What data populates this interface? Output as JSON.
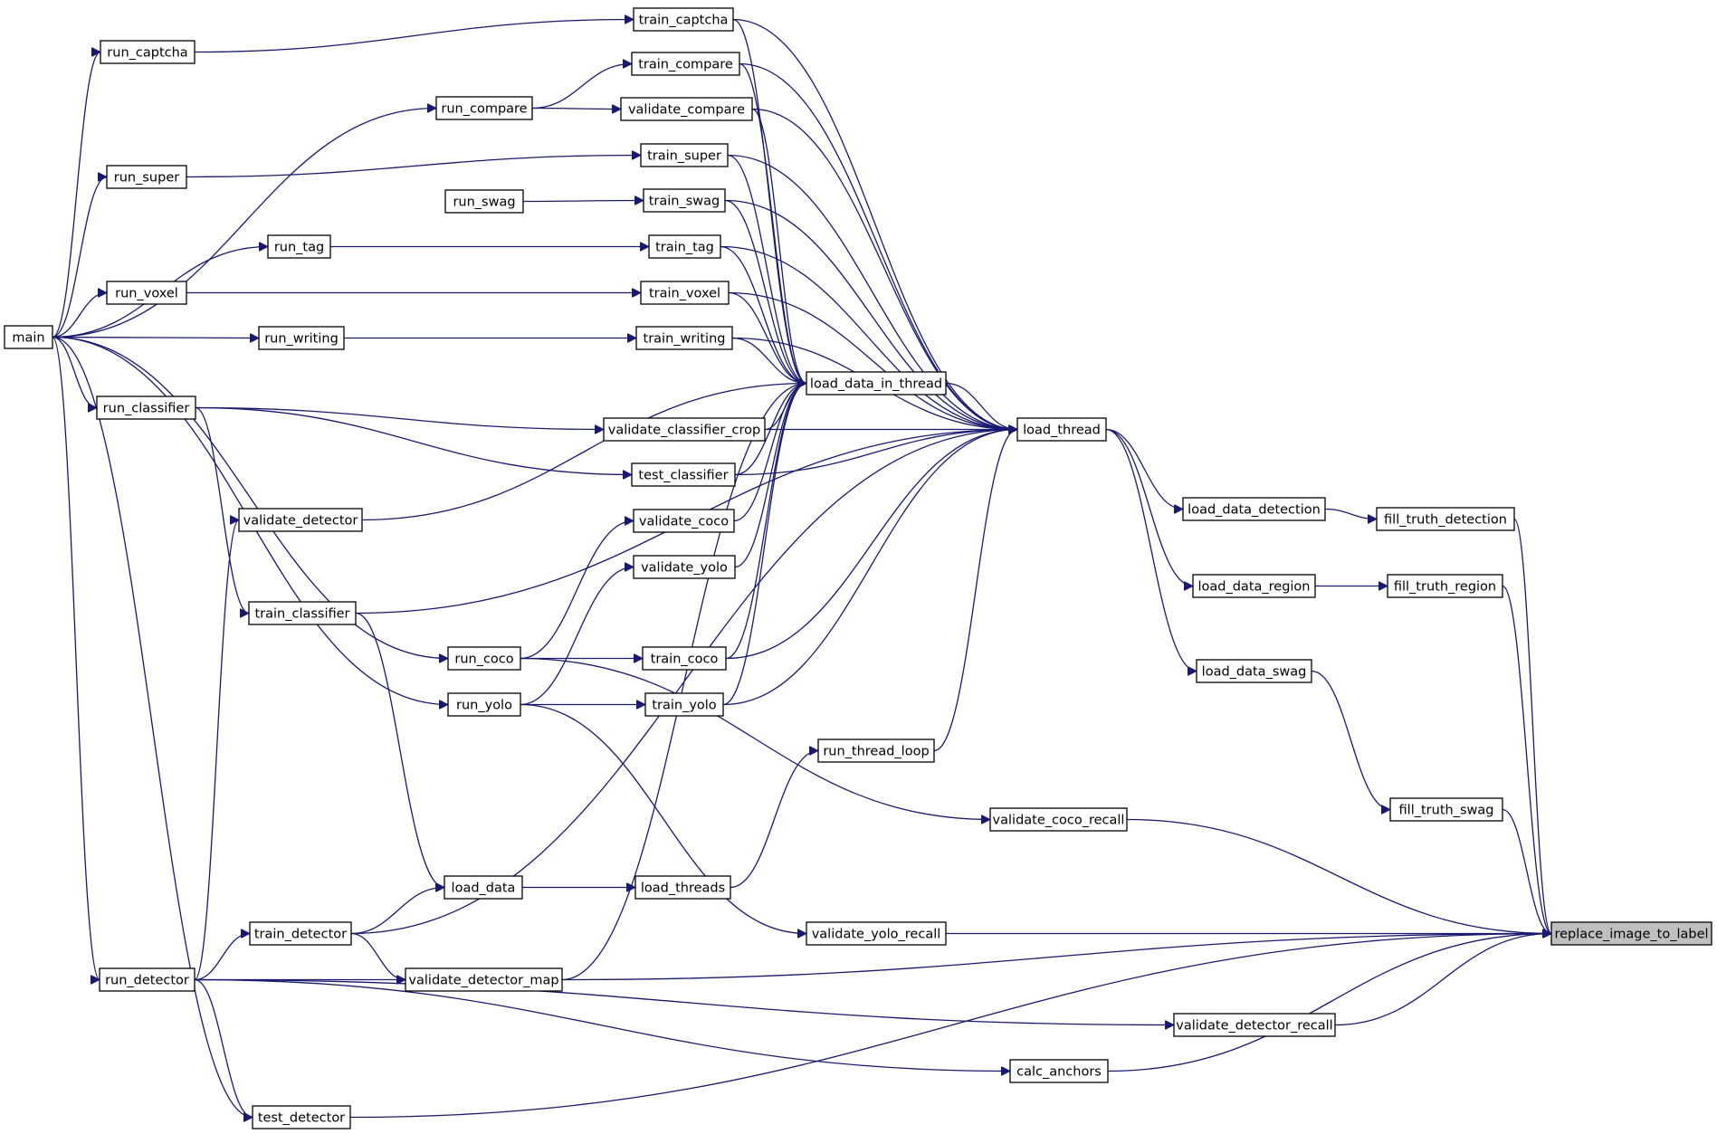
{
  "nodes": [
    {
      "id": "main",
      "label": "main"
    },
    {
      "id": "run_captcha",
      "label": "run_captcha"
    },
    {
      "id": "run_compare",
      "label": "run_compare"
    },
    {
      "id": "run_super",
      "label": "run_super"
    },
    {
      "id": "run_swag",
      "label": "run_swag"
    },
    {
      "id": "run_tag",
      "label": "run_tag"
    },
    {
      "id": "run_voxel",
      "label": "run_voxel"
    },
    {
      "id": "run_writing",
      "label": "run_writing"
    },
    {
      "id": "run_classifier",
      "label": "run_classifier"
    },
    {
      "id": "validate_detector",
      "label": "validate_detector"
    },
    {
      "id": "train_classifier",
      "label": "train_classifier"
    },
    {
      "id": "run_coco",
      "label": "run_coco"
    },
    {
      "id": "run_yolo",
      "label": "run_yolo"
    },
    {
      "id": "load_data",
      "label": "load_data"
    },
    {
      "id": "train_detector",
      "label": "train_detector"
    },
    {
      "id": "run_detector",
      "label": "run_detector"
    },
    {
      "id": "validate_detector_map",
      "label": "validate_detector_map"
    },
    {
      "id": "test_detector",
      "label": "test_detector"
    },
    {
      "id": "train_captcha",
      "label": "train_captcha"
    },
    {
      "id": "train_compare",
      "label": "train_compare"
    },
    {
      "id": "validate_compare",
      "label": "validate_compare"
    },
    {
      "id": "train_super",
      "label": "train_super"
    },
    {
      "id": "train_swag",
      "label": "train_swag"
    },
    {
      "id": "train_tag",
      "label": "train_tag"
    },
    {
      "id": "train_voxel",
      "label": "train_voxel"
    },
    {
      "id": "train_writing",
      "label": "train_writing"
    },
    {
      "id": "validate_classifier_crop",
      "label": "validate_classifier_crop"
    },
    {
      "id": "test_classifier",
      "label": "test_classifier"
    },
    {
      "id": "validate_coco",
      "label": "validate_coco"
    },
    {
      "id": "validate_yolo",
      "label": "validate_yolo"
    },
    {
      "id": "train_coco",
      "label": "train_coco"
    },
    {
      "id": "train_yolo",
      "label": "train_yolo"
    },
    {
      "id": "load_threads",
      "label": "load_threads"
    },
    {
      "id": "load_data_in_thread",
      "label": "load_data_in_thread"
    },
    {
      "id": "run_thread_loop",
      "label": "run_thread_loop"
    },
    {
      "id": "validate_yolo_recall",
      "label": "validate_yolo_recall"
    },
    {
      "id": "validate_coco_recall",
      "label": "validate_coco_recall"
    },
    {
      "id": "load_thread",
      "label": "load_thread"
    },
    {
      "id": "validate_detector_recall",
      "label": "validate_detector_recall"
    },
    {
      "id": "calc_anchors",
      "label": "calc_anchors"
    },
    {
      "id": "load_data_detection",
      "label": "load_data_detection"
    },
    {
      "id": "load_data_region",
      "label": "load_data_region"
    },
    {
      "id": "load_data_swag",
      "label": "load_data_swag"
    },
    {
      "id": "fill_truth_detection",
      "label": "fill_truth_detection"
    },
    {
      "id": "fill_truth_region",
      "label": "fill_truth_region"
    },
    {
      "id": "fill_truth_swag",
      "label": "fill_truth_swag"
    },
    {
      "id": "replace_image_to_label",
      "label": "replace_image_to_label",
      "highlight": true
    }
  ],
  "edges": [
    [
      "main",
      "run_captcha"
    ],
    [
      "main",
      "run_compare"
    ],
    [
      "main",
      "run_super"
    ],
    [
      "main",
      "run_tag"
    ],
    [
      "main",
      "run_voxel"
    ],
    [
      "main",
      "run_writing"
    ],
    [
      "main",
      "run_classifier"
    ],
    [
      "main",
      "run_coco"
    ],
    [
      "main",
      "run_yolo"
    ],
    [
      "main",
      "run_detector"
    ],
    [
      "main",
      "test_detector"
    ],
    [
      "run_captcha",
      "train_captcha"
    ],
    [
      "run_compare",
      "train_compare"
    ],
    [
      "run_compare",
      "validate_compare"
    ],
    [
      "run_super",
      "train_super"
    ],
    [
      "run_swag",
      "train_swag"
    ],
    [
      "run_tag",
      "train_tag"
    ],
    [
      "run_voxel",
      "train_voxel"
    ],
    [
      "run_writing",
      "train_writing"
    ],
    [
      "run_classifier",
      "validate_classifier_crop"
    ],
    [
      "run_classifier",
      "test_classifier"
    ],
    [
      "run_classifier",
      "train_classifier"
    ],
    [
      "run_detector",
      "validate_detector"
    ],
    [
      "run_detector",
      "train_detector"
    ],
    [
      "run_detector",
      "validate_detector_map"
    ],
    [
      "run_detector",
      "test_detector"
    ],
    [
      "run_detector",
      "validate_detector_recall"
    ],
    [
      "run_detector",
      "calc_anchors"
    ],
    [
      "run_coco",
      "validate_coco"
    ],
    [
      "run_coco",
      "train_coco"
    ],
    [
      "run_coco",
      "validate_coco_recall"
    ],
    [
      "run_yolo",
      "validate_yolo"
    ],
    [
      "run_yolo",
      "train_yolo"
    ],
    [
      "run_yolo",
      "validate_yolo_recall"
    ],
    [
      "train_classifier",
      "load_data"
    ],
    [
      "train_detector",
      "load_data"
    ],
    [
      "train_detector",
      "validate_detector_map"
    ],
    [
      "load_data",
      "load_threads"
    ],
    [
      "load_threads",
      "run_thread_loop"
    ],
    [
      "run_thread_loop",
      "load_thread"
    ],
    [
      "train_captcha",
      "load_data_in_thread"
    ],
    [
      "train_compare",
      "load_data_in_thread"
    ],
    [
      "validate_compare",
      "load_data_in_thread"
    ],
    [
      "train_super",
      "load_data_in_thread"
    ],
    [
      "train_swag",
      "load_data_in_thread"
    ],
    [
      "train_tag",
      "load_data_in_thread"
    ],
    [
      "train_voxel",
      "load_data_in_thread"
    ],
    [
      "train_writing",
      "load_data_in_thread"
    ],
    [
      "validate_detector",
      "load_data_in_thread"
    ],
    [
      "validate_classifier_crop",
      "load_data_in_thread"
    ],
    [
      "test_classifier",
      "load_data_in_thread"
    ],
    [
      "validate_coco",
      "load_data_in_thread"
    ],
    [
      "validate_yolo",
      "load_data_in_thread"
    ],
    [
      "train_coco",
      "load_data_in_thread"
    ],
    [
      "train_yolo",
      "load_data_in_thread"
    ],
    [
      "validate_detector_map",
      "load_data_in_thread"
    ],
    [
      "train_captcha",
      "load_thread"
    ],
    [
      "train_compare",
      "load_thread"
    ],
    [
      "validate_compare",
      "load_thread"
    ],
    [
      "train_super",
      "load_thread"
    ],
    [
      "train_swag",
      "load_thread"
    ],
    [
      "train_tag",
      "load_thread"
    ],
    [
      "train_voxel",
      "load_thread"
    ],
    [
      "train_writing",
      "load_thread"
    ],
    [
      "load_data_in_thread",
      "load_thread"
    ],
    [
      "validate_classifier_crop",
      "load_thread"
    ],
    [
      "test_classifier",
      "load_thread"
    ],
    [
      "train_classifier",
      "load_thread"
    ],
    [
      "train_coco",
      "load_thread"
    ],
    [
      "train_yolo",
      "load_thread"
    ],
    [
      "train_detector",
      "load_thread"
    ],
    [
      "load_thread",
      "load_data_detection"
    ],
    [
      "load_thread",
      "load_data_region"
    ],
    [
      "load_thread",
      "load_data_swag"
    ],
    [
      "load_data_detection",
      "fill_truth_detection"
    ],
    [
      "load_data_region",
      "fill_truth_region"
    ],
    [
      "load_data_swag",
      "fill_truth_swag"
    ],
    [
      "fill_truth_detection",
      "replace_image_to_label"
    ],
    [
      "fill_truth_region",
      "replace_image_to_label"
    ],
    [
      "fill_truth_swag",
      "replace_image_to_label"
    ],
    [
      "validate_coco_recall",
      "replace_image_to_label"
    ],
    [
      "validate_yolo_recall",
      "replace_image_to_label"
    ],
    [
      "validate_detector_map",
      "replace_image_to_label"
    ],
    [
      "validate_detector_recall",
      "replace_image_to_label"
    ],
    [
      "calc_anchors",
      "replace_image_to_label"
    ],
    [
      "test_detector",
      "replace_image_to_label"
    ]
  ]
}
